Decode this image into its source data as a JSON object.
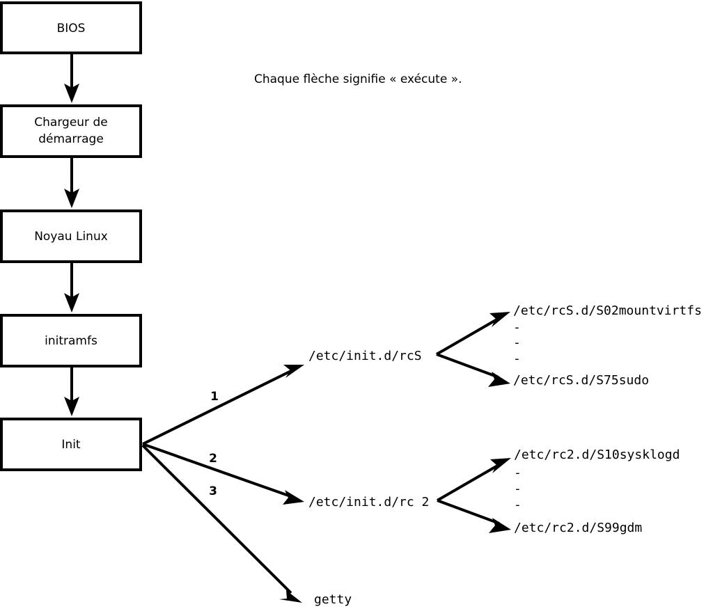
{
  "diagram": {
    "caption": "Chaque flèche signifie « exécute ».",
    "boot_stages": [
      {
        "label": "BIOS",
        "line2": ""
      },
      {
        "label": "Chargeur de",
        "line2": "démarrage"
      },
      {
        "label": "Noyau Linux",
        "line2": ""
      },
      {
        "label": "initramfs",
        "line2": ""
      },
      {
        "label": "Init",
        "line2": ""
      }
    ],
    "init_branches": [
      {
        "number": "1",
        "target": "/etc/init.d/rcS"
      },
      {
        "number": "2",
        "target": "/etc/init.d/rc 2"
      },
      {
        "number": "3",
        "target": "getty"
      }
    ],
    "rcs_scripts": {
      "first": "/etc/rcS.d/S02mountvirtfs",
      "ellipsis": [
        "-",
        "-",
        "-"
      ],
      "last": "/etc/rcS.d/S75sudo"
    },
    "rc2_scripts": {
      "first": "/etc/rc2.d/S10sysklogd",
      "ellipsis": [
        "-",
        "-",
        "-"
      ],
      "last": "/etc/rc2.d/S99gdm"
    },
    "colors": {
      "stroke": "#000000",
      "fill": "#ffffff",
      "background": "#ffffff"
    }
  }
}
